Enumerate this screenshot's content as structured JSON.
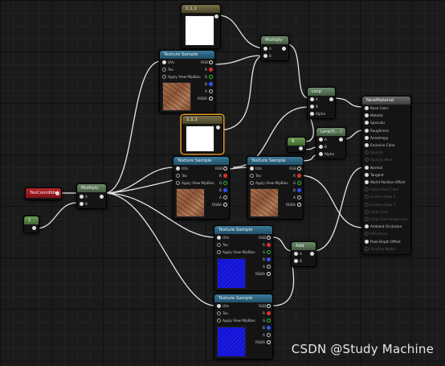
{
  "constants": {
    "top": {
      "title": "1,1,1"
    },
    "mid": {
      "title": "1,1,1"
    },
    "scalar_left": {
      "title": "1"
    },
    "scalar_mid": {
      "title": "8"
    }
  },
  "param": {
    "title": "TexCoordIdx]"
  },
  "multiply_left": {
    "title": "Multiply",
    "pins": [
      "A",
      "B"
    ]
  },
  "multiply_top": {
    "title": "Multiply",
    "pins": [
      "A",
      "B"
    ]
  },
  "lerp": {
    "title": "Lerp",
    "pins": [
      "A",
      "B",
      "Alpha"
    ]
  },
  "lerp2": {
    "title": "Lerp(0,...)",
    "pins": [
      "A",
      "B",
      "Alpha"
    ]
  },
  "add": {
    "title": "Add",
    "pins": [
      "A",
      "B"
    ]
  },
  "texture_sample": {
    "title": "Texture Sample",
    "inputs": [
      "UVs",
      "Tex",
      "Apply View MipBias"
    ],
    "outputs": [
      "RGB",
      "R",
      "G",
      "B",
      "A",
      "RGBA"
    ]
  },
  "material": {
    "title": "NewMaterial",
    "pins": [
      {
        "label": "Base Color",
        "active": true
      },
      {
        "label": "Metallic",
        "active": true
      },
      {
        "label": "Specular",
        "active": true
      },
      {
        "label": "Roughness",
        "active": true
      },
      {
        "label": "Anisotropy",
        "active": true
      },
      {
        "label": "Emissive Color",
        "active": true
      },
      {
        "label": "Opacity",
        "active": false
      },
      {
        "label": "Opacity Mask",
        "active": false
      },
      {
        "label": "Normal",
        "active": true
      },
      {
        "label": "Tangent",
        "active": true
      },
      {
        "label": "World Position Offset",
        "active": true
      },
      {
        "label": "Subsurface Color",
        "active": false
      },
      {
        "label": "Custom Data 0",
        "active": false
      },
      {
        "label": "Custom Data 1",
        "active": false
      },
      {
        "label": "Clear Coat",
        "active": false
      },
      {
        "label": "Clear Coat Roughness",
        "active": false
      },
      {
        "label": "Ambient Occlusion",
        "active": true
      },
      {
        "label": "Refraction",
        "active": false
      },
      {
        "label": "Pixel Depth Offset",
        "active": true
      },
      {
        "label": "Shading Model",
        "active": false
      }
    ]
  },
  "watermark": "CSDN @Study Machine",
  "colors": {
    "texture_header": "#2f6a88",
    "param_header": "#a01c22",
    "selection": "#e39a2a",
    "blue_texture": "#1616e8"
  }
}
